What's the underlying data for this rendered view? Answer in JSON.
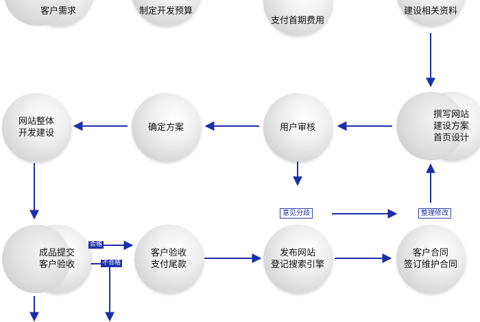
{
  "colors": {
    "arrow": "#1b2fa6",
    "node_light": "#ffffff",
    "node_dark": "#bdbdbd"
  },
  "nodes": {
    "client_needs": "客户需求",
    "dev_budget": "制定开发预算",
    "pay_first": "支付首期费用",
    "build_materials": "建设相关资料",
    "write_plan": "撰写网站\n建设方案\n首页设计",
    "user_review": "用户审核",
    "confirm_plan": "确定方案",
    "whole_dev": "网站整体\n开发建设",
    "product_accept": "成品提交\n客户验收",
    "client_accept_pay": "客户验收\n支付尾款",
    "publish_site": "发布网站\n登记搜索引擎",
    "sign_contract": "客户合同\n签订维护合同"
  },
  "labels": {
    "feedback": "意见分歧",
    "revise": "整理修改",
    "pass": "合格",
    "fail": "不合格"
  }
}
